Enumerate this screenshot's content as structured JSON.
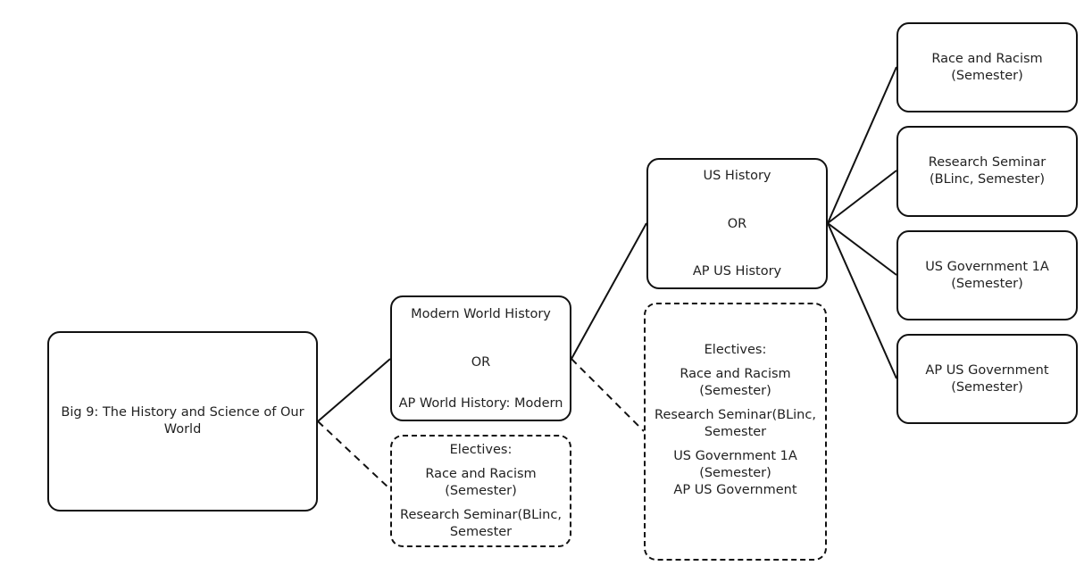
{
  "root": {
    "label": "Big 9: The History and Science of Our World"
  },
  "modern_world": {
    "option_a": "Modern World History",
    "or": "OR",
    "option_b": "AP World History: Modern"
  },
  "electives_1": {
    "heading": "Electives:",
    "items": [
      "Race and Racism (Semester)",
      "Research Seminar(BLinc, Semester"
    ]
  },
  "us_history": {
    "option_a": "US History",
    "or": "OR",
    "option_b": "AP US History"
  },
  "electives_2": {
    "heading": "Electives:",
    "items": [
      "Race and Racism (Semester)",
      "Research Seminar(BLinc, Semester",
      "US Government 1A (Semester)",
      "AP US Government"
    ]
  },
  "courses": [
    "Race and Racism (Semester)",
    "Research Seminar (BLinc, Semester)",
    "US Government 1A (Semester)",
    "AP US Government (Semester)"
  ],
  "colors": {
    "stroke": "#111111",
    "text": "#222222",
    "background": "#ffffff"
  }
}
